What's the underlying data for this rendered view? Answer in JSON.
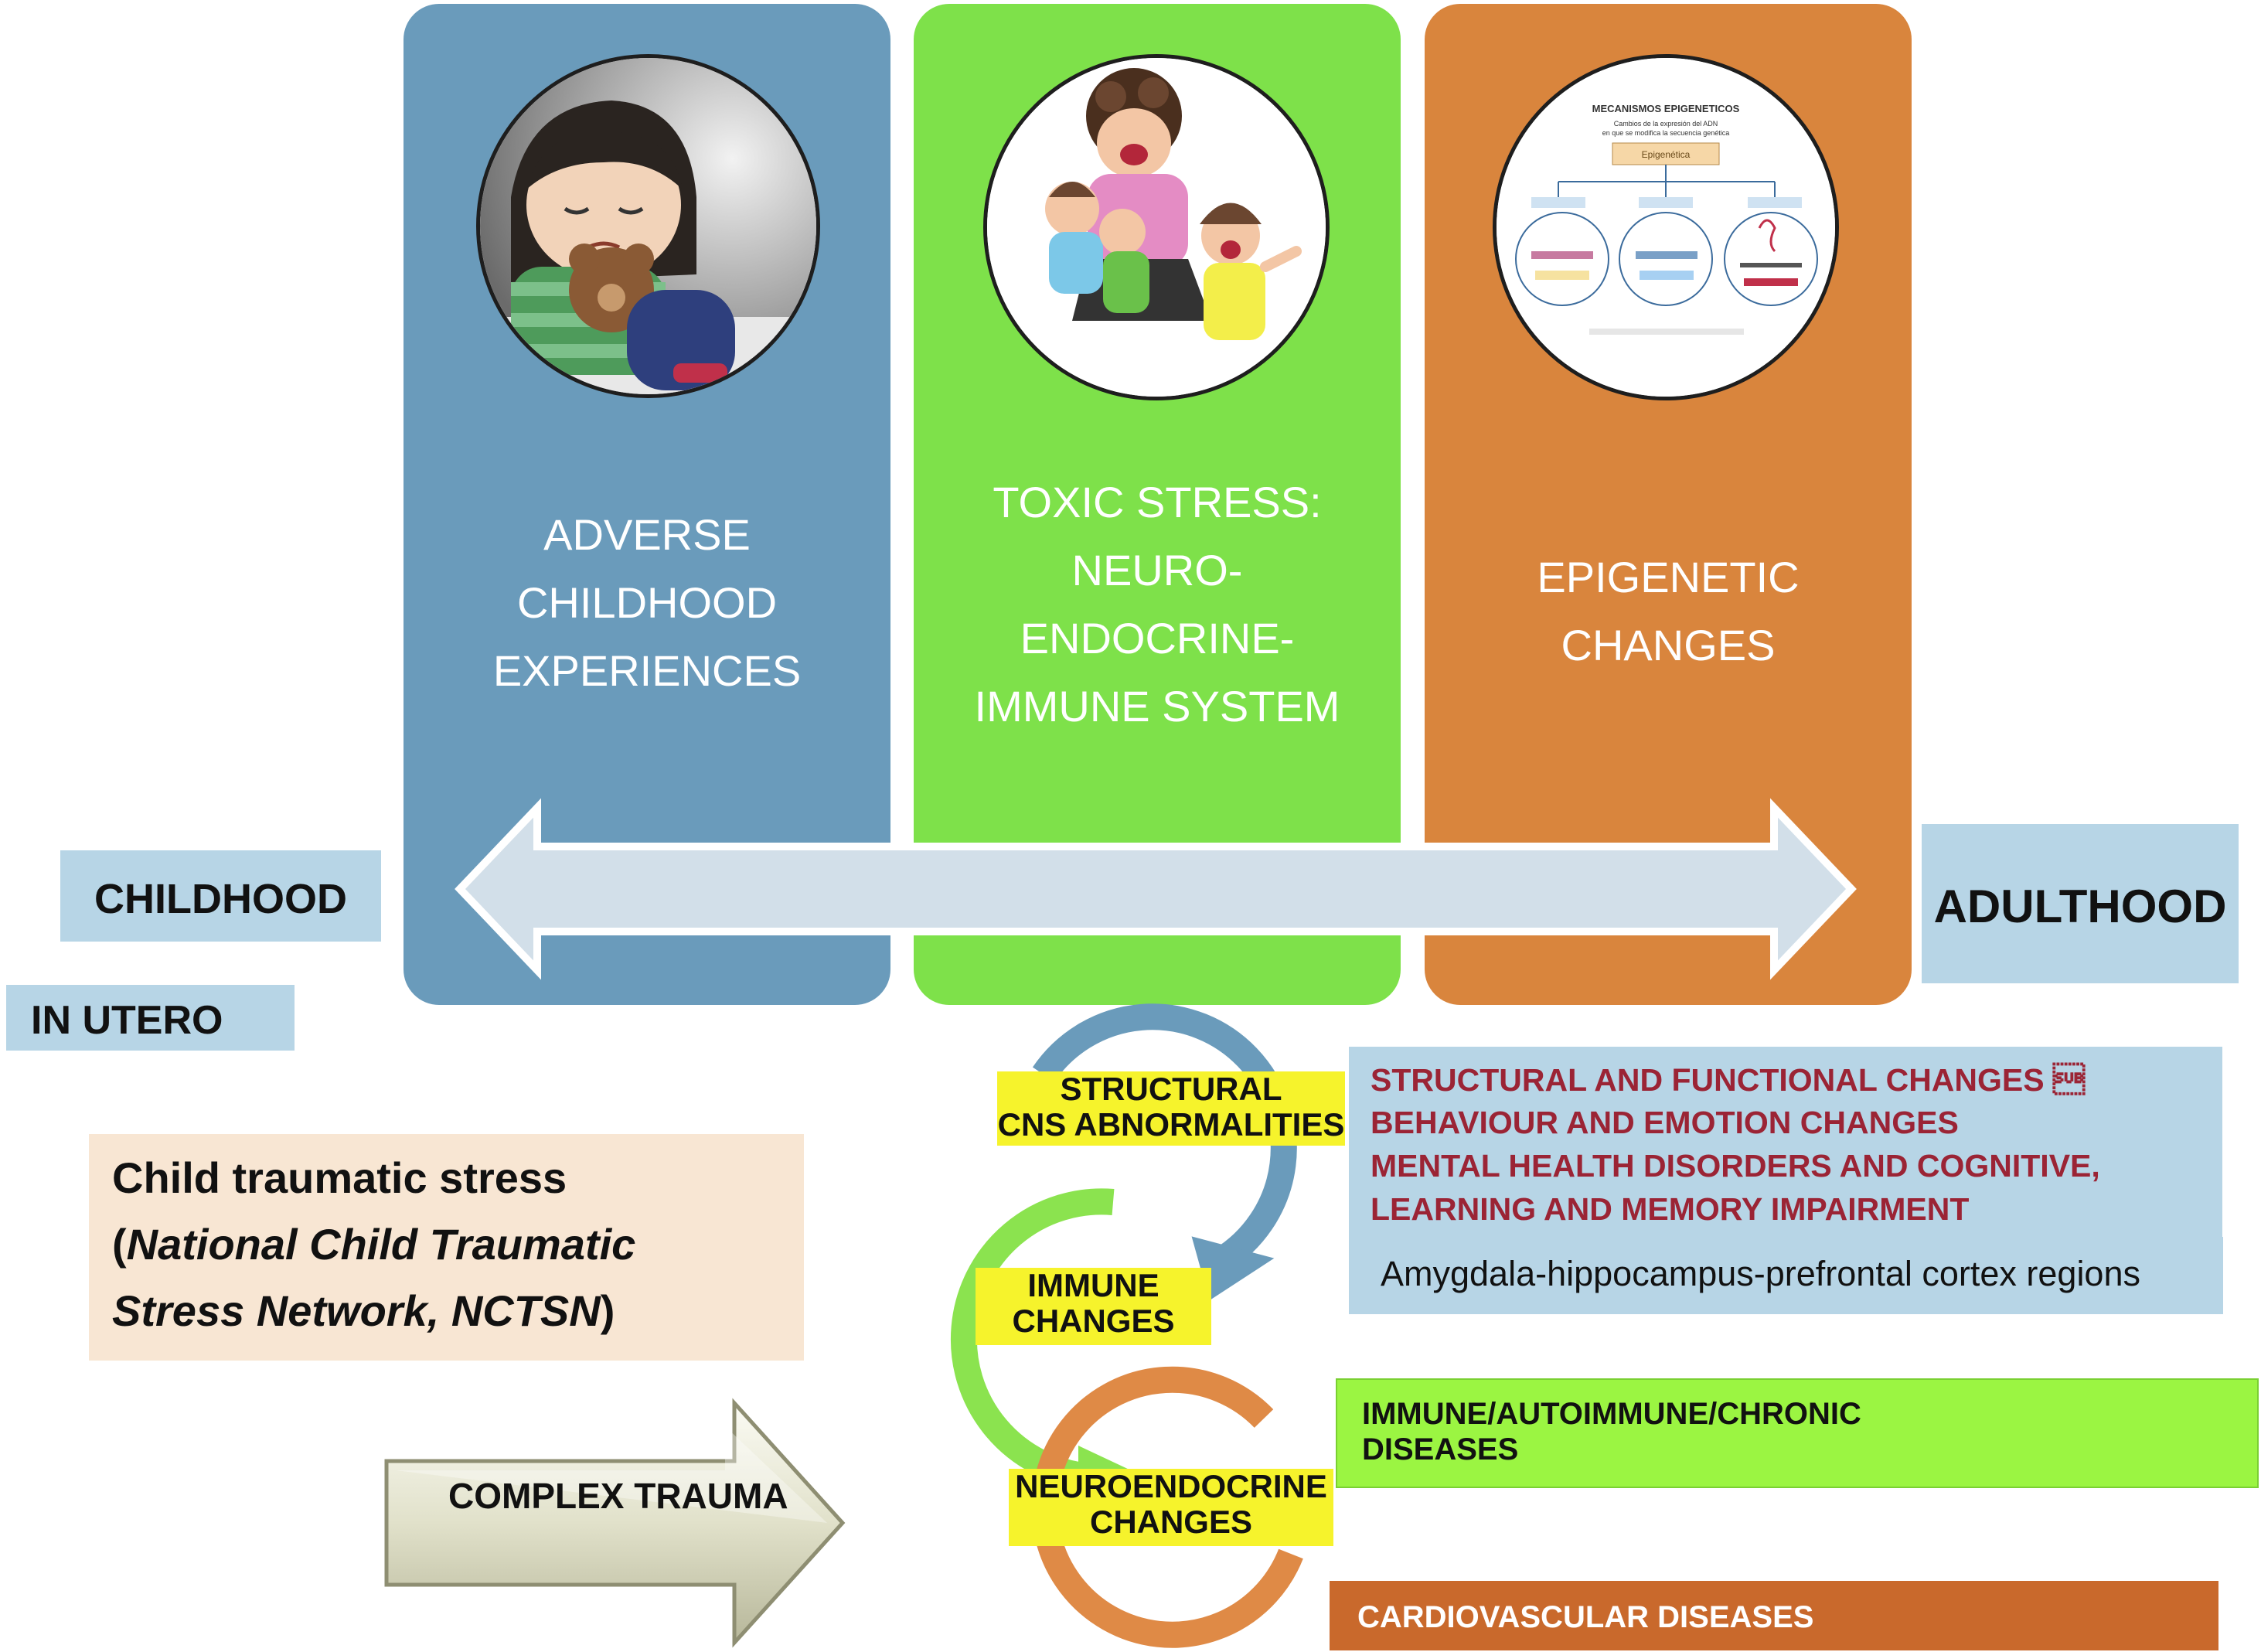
{
  "columns": {
    "adverse": {
      "title": [
        "ADVERSE",
        "CHILDHOOD",
        "EXPERIENCES"
      ],
      "color": "#6a9bbb",
      "image": "sad-child-with-teddy-bear"
    },
    "toxic": {
      "title": [
        "TOXIC STRESS:",
        "NEURO-",
        "ENDOCRINE-",
        "IMMUNE SYSTEM"
      ],
      "color": "#7ee14a",
      "image": "stressed-family"
    },
    "epigenetic": {
      "title": [
        "EPIGENETIC",
        "CHANGES"
      ],
      "color": "#d9853d",
      "image": "epigenetic-mechanisms-diagram",
      "inset": {
        "heading": "MECANISMOS EPIGENETICOS",
        "subheading": [
          "Cambios de la expresión del ADN",
          "en que se modifica la secuencia genética"
        ],
        "center_box": "Epigenética"
      }
    }
  },
  "timeline": {
    "start": "CHILDHOOD",
    "end": "ADULTHOOD",
    "arrow_color": "#d2dfe9"
  },
  "in_utero": "IN UTERO",
  "definition": {
    "line1": "Child traumatic stress",
    "line2_open": "(",
    "line2_italic": "National Child Traumatic",
    "line3_italic": "Stress Network, NCTSN",
    "line3_close": ")"
  },
  "complex_trauma": "COMPLEX TRAUMA",
  "cycle": {
    "structural": [
      "STRUCTURAL",
      "CNS ABNORMALITIES"
    ],
    "immune": [
      "IMMUNE",
      "CHANGES"
    ],
    "neuroendocrine": [
      "NEUROENDOCRINE",
      "CHANGES"
    ]
  },
  "outcomes": {
    "structural_lines": [
      "STRUCTURAL AND FUNCTIONAL CHANGES \u001a",
      "BEHAVIOUR AND EMOTION CHANGES",
      "MENTAL HEALTH DISORDERS AND COGNITIVE,",
      "LEARNING AND MEMORY IMPAIRMENT"
    ],
    "regions": "Amygdala-hippocampus-prefrontal cortex regions",
    "immune": [
      "IMMUNE/AUTOIMMUNE/CHRONIC",
      "DISEASES"
    ],
    "cardio": "CARDIOVASCULAR DISEASES"
  },
  "colors": {
    "outcome_text": "#9b2435",
    "outcome_box": "#b7d5e6",
    "immune_bar": "#9bf542",
    "cardio_bar": "#c9692c",
    "yellow": "#f6f32c",
    "cycle_blue": "#6a9bbb",
    "cycle_green": "#8be34f",
    "cycle_orange": "#df8a46"
  }
}
